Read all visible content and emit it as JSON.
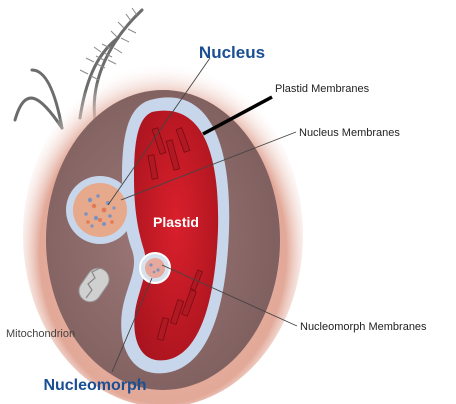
{
  "labels": {
    "nucleus": "Nucleus",
    "plastid_membranes": "Plastid Membranes",
    "nucleus_membranes": "Nucleus Membranes",
    "plastid": "Plastid",
    "mitochondrion": "Mitochondrion",
    "nucleomorph_membranes": "Nucleomorph Membranes",
    "nucleomorph": "Nucleomorph"
  },
  "colors": {
    "title_blue": "#1a4f93",
    "label_dark": "#222222",
    "cell_outer": "#d8a79a",
    "cell_inner": "#8e6a69",
    "plastid_membrane": "#c7d6ea",
    "plastid_fill": "#c61f2b",
    "flagella": "#666666"
  }
}
